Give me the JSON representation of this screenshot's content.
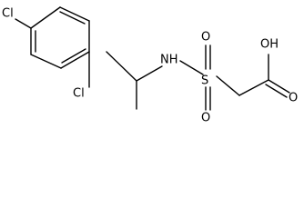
{
  "structure": {
    "atoms": {
      "cl_top": "Cl",
      "cl_bottom": "Cl",
      "nh": "NH",
      "s": "S",
      "o_upper": "O",
      "o_lower": "O",
      "oh": "OH",
      "o_carbonyl": "O"
    }
  }
}
